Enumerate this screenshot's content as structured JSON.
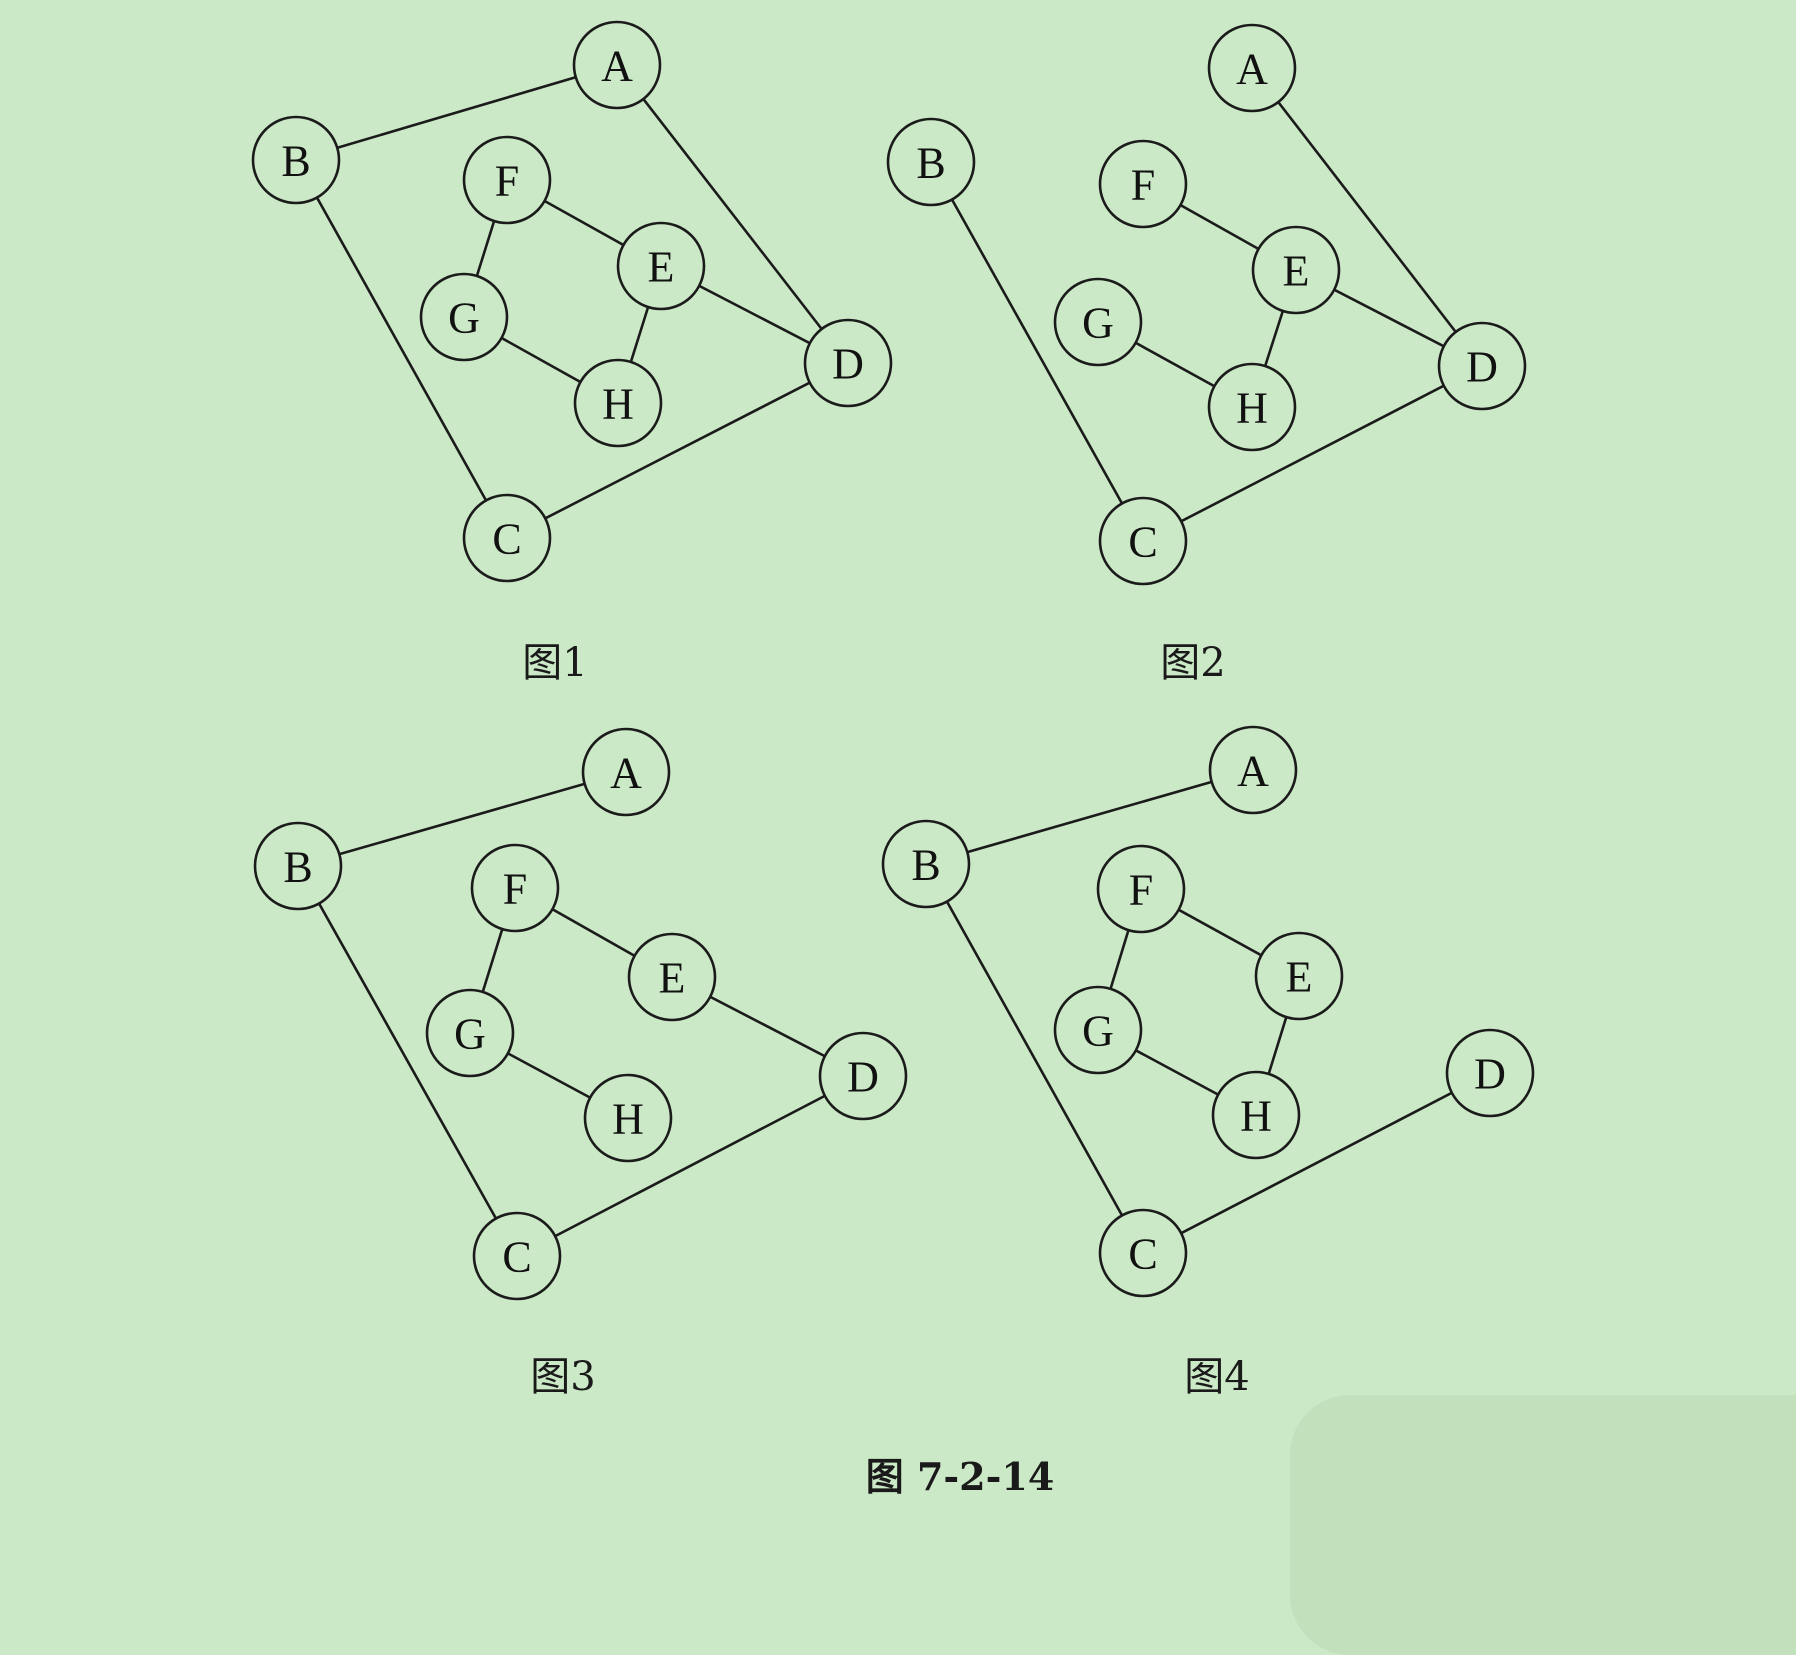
{
  "graphs": [
    {
      "caption": "图1",
      "edges": [
        [
          "B",
          "A"
        ],
        [
          "A",
          "D"
        ],
        [
          "B",
          "C"
        ],
        [
          "C",
          "D"
        ],
        [
          "F",
          "E"
        ],
        [
          "F",
          "G"
        ],
        [
          "E",
          "D"
        ],
        [
          "E",
          "H"
        ],
        [
          "G",
          "H"
        ]
      ]
    },
    {
      "caption": "图2",
      "edges": [
        [
          "A",
          "D"
        ],
        [
          "B",
          "C"
        ],
        [
          "C",
          "D"
        ],
        [
          "F",
          "E"
        ],
        [
          "E",
          "D"
        ],
        [
          "E",
          "H"
        ],
        [
          "G",
          "H"
        ]
      ]
    },
    {
      "caption": "图3",
      "edges": [
        [
          "B",
          "A"
        ],
        [
          "B",
          "C"
        ],
        [
          "C",
          "D"
        ],
        [
          "F",
          "E"
        ],
        [
          "F",
          "G"
        ],
        [
          "E",
          "D"
        ],
        [
          "G",
          "H"
        ]
      ]
    },
    {
      "caption": "图4",
      "edges": [
        [
          "B",
          "A"
        ],
        [
          "B",
          "C"
        ],
        [
          "C",
          "D"
        ],
        [
          "F",
          "E"
        ],
        [
          "F",
          "G"
        ],
        [
          "E",
          "H"
        ],
        [
          "G",
          "H"
        ]
      ]
    }
  ],
  "figure_title": "图 7-2-14"
}
